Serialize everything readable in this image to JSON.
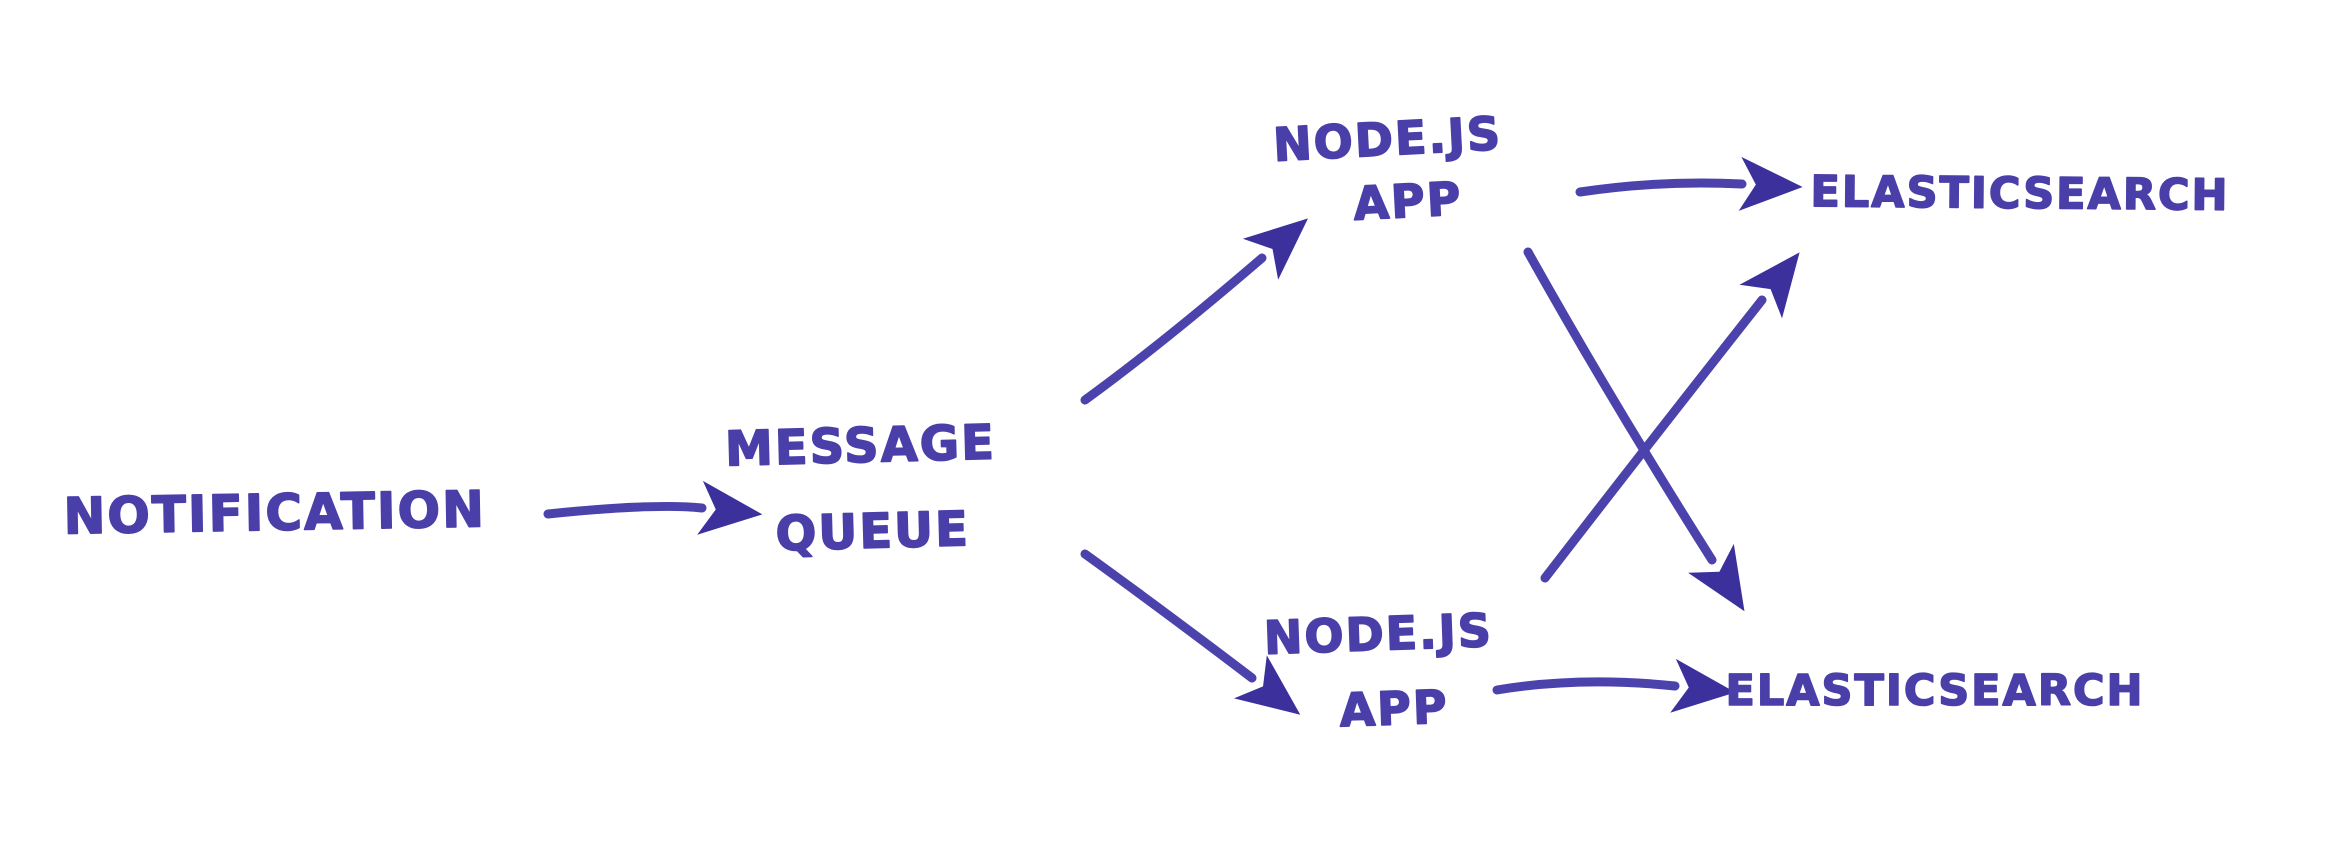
{
  "diagram": {
    "type": "hand-drawn-architecture-sketch",
    "ink": {
      "text_color": "#4a3fa8",
      "stroke_color": "#4c42ab",
      "arrowhead_color": "#3c319c",
      "background": "#ffffff"
    },
    "nodes": {
      "notification": {
        "label": "NOTIFICATION"
      },
      "message_queue": {
        "line1": "MESSAGE",
        "line2": "QUEUE"
      },
      "node_app_top": {
        "line1": "NODE.JS",
        "line2": "APP"
      },
      "node_app_bottom": {
        "line1": "NODE.JS",
        "line2": "APP"
      },
      "elasticsearch_top": {
        "label": "ELASTICSEARCH"
      },
      "elasticsearch_bottom": {
        "label": "ELASTICSEARCH"
      }
    },
    "edges": [
      {
        "from": "notification",
        "to": "message_queue"
      },
      {
        "from": "message_queue",
        "to": "node_app_top"
      },
      {
        "from": "message_queue",
        "to": "node_app_bottom"
      },
      {
        "from": "node_app_top",
        "to": "elasticsearch_top"
      },
      {
        "from": "node_app_top",
        "to": "elasticsearch_bottom"
      },
      {
        "from": "node_app_bottom",
        "to": "elasticsearch_top"
      },
      {
        "from": "node_app_bottom",
        "to": "elasticsearch_bottom"
      }
    ]
  }
}
